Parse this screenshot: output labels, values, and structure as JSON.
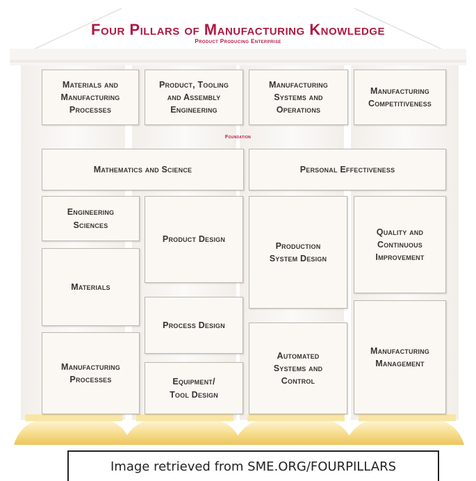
{
  "title": "Four Pillars of Manufacturing Knowledge",
  "subtitle": "Product Producing Enterprise",
  "foundation_label": "Foundation",
  "pillars": [
    "Materials and\nManufacturing\nProcesses",
    "Product, Tooling\nand Assembly\nEngineering",
    "Manufacturing\nSystems and\nOperations",
    "Manufacturing\nCompetitiveness"
  ],
  "foundation": [
    "Mathematics and Science",
    "Personal Effectiveness"
  ],
  "areas": {
    "engineering_sciences": "Engineering\nSciences",
    "materials": "Materials",
    "manufacturing_processes": "Manufacturing\nProcesses",
    "product_design": "Product Design",
    "process_design": "Process Design",
    "equipment_tool_design": "Equipment/\nTool Design",
    "production_system_design": "Production\nSystem Design",
    "automated_systems": "Automated\nSystems and\nControl",
    "quality": "Quality and\nContinuous\nImprovement",
    "manufacturing_management": "Manufacturing\nManagement"
  },
  "source_caption": "Image retrieved from SME.ORG/FOURPILLARS",
  "colors": {
    "title_red": "#b01842",
    "box_fill": "#fbf8f4",
    "box_border": "#bdb6ae",
    "text_dark": "#3a3230",
    "pillar_base_gold": "#f3d27a"
  }
}
